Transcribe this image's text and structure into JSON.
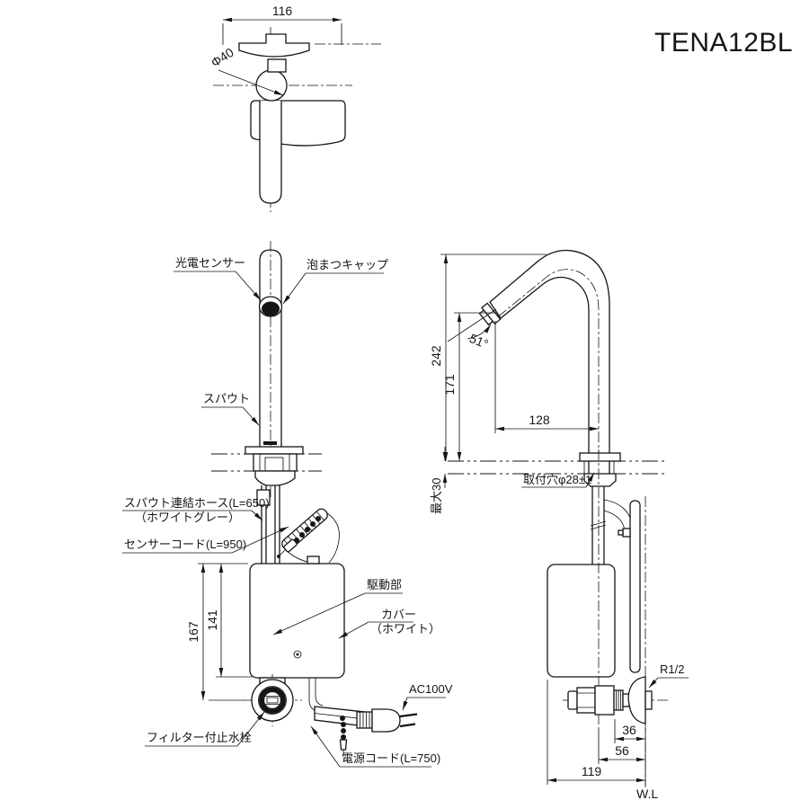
{
  "title": "TENA12BL",
  "top": {
    "dim_width": "116",
    "dim_diameter": "Φ40"
  },
  "front": {
    "sensor": "光電センサー",
    "cap": "泡まつキャップ",
    "spout": "スパウト",
    "hose1": "スパウト連結ホース(L=650)",
    "hose2": "（ホワイトグレー）",
    "cord": "センサーコード(L=950)",
    "drive": "駆動部",
    "cover1": "カバー",
    "cover2": "（ホワイト）",
    "h167": "167",
    "h141": "141",
    "valve": "フィルター付止水栓",
    "power": "電源コード(L=750)",
    "ac": "AC100V"
  },
  "side": {
    "h242": "242",
    "h171": "171",
    "r128": "128",
    "angle": "51°",
    "deck": "最大30",
    "hole": "取付穴φ28±1",
    "thread": "R1/2",
    "d36": "36",
    "d56": "56",
    "d119": "119",
    "wl": "W.L"
  }
}
